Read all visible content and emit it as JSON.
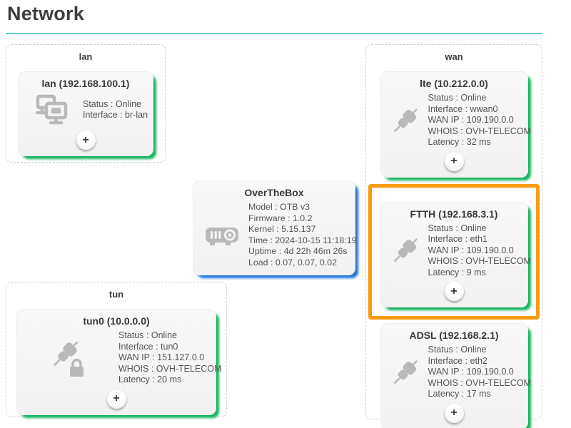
{
  "page": {
    "title": "Network"
  },
  "colors": {
    "accent_green": "#17b45f",
    "accent_blue": "#2273d6",
    "highlight_orange": "#f99c12",
    "header_rule": "#60c9dd"
  },
  "groups": {
    "lan": {
      "label": "lan",
      "cards": [
        {
          "title": "lan (192.168.100.1)",
          "icon": "lan-network-icon",
          "lines": [
            "Status : Online",
            "Interface : br-lan"
          ],
          "add_label": "+"
        }
      ]
    },
    "wan": {
      "label": "wan",
      "cards": [
        {
          "title": "lte (10.212.0.0)",
          "icon": "plug-icon",
          "lines": [
            "Status : Online",
            "Interface : wwan0",
            "WAN IP : 109.190.0.0",
            "WHOIS : OVH-TELECOM",
            "Latency : 32 ms"
          ],
          "add_label": "+"
        },
        {
          "title": "FTTH (192.168.3.1)",
          "icon": "plug-icon",
          "highlighted": true,
          "lines": [
            "Status : Online",
            "Interface : eth1",
            "WAN IP : 109.190.0.0",
            "WHOIS : OVH-TELECOM",
            "Latency : 9 ms"
          ],
          "add_label": "+"
        },
        {
          "title": "ADSL (192.168.2.1)",
          "icon": "plug-icon",
          "lines": [
            "Status : Online",
            "Interface : eth2",
            "WAN IP : 109.190.0.0",
            "WHOIS : OVH-TELECOM",
            "Latency : 17 ms"
          ],
          "add_label": "+"
        }
      ]
    },
    "tun": {
      "label": "tun",
      "cards": [
        {
          "title": "tun0 (10.0.0.0)",
          "icon": "plug-lock-icon",
          "lines": [
            "Status : Online",
            "Interface : tun0",
            "WAN IP : 151.127.0.0",
            "WHOIS : OVH-TELECOM",
            "Latency : 20 ms"
          ],
          "add_label": "+"
        }
      ]
    }
  },
  "device": {
    "title": "OverTheBox",
    "icon": "projector-icon",
    "lines": [
      "Model : OTB v3",
      "Firmware : 1.0.2",
      "Kernel : 5.15.137",
      "Time : 2024-10-15 11:18:19",
      "Uptime : 4d 22h 46m 26s",
      "Load : 0.07, 0.07, 0.02"
    ]
  }
}
